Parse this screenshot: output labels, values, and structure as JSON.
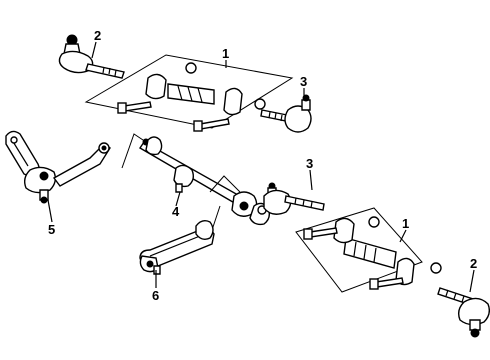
{
  "diagram": {
    "callouts": [
      "1",
      "2",
      "3",
      "4",
      "5",
      "6",
      "3",
      "1",
      "2"
    ]
  }
}
